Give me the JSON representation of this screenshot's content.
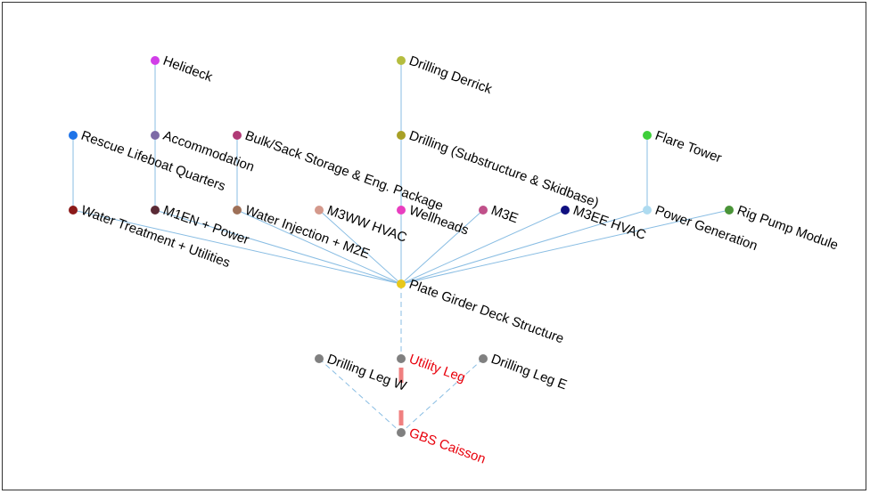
{
  "colors": {
    "edge": "#89bde3",
    "support_edge": "#89bde3",
    "emphasis_edge": "#f08080",
    "label": "#000000",
    "label_emphasis": "#e8000b"
  },
  "nodes": [
    {
      "id": "helideck",
      "label": "Helideck",
      "color": "#d13ee8"
    },
    {
      "id": "drilling-derrick",
      "label": "Drilling Derrick",
      "color": "#b5bd3f"
    },
    {
      "id": "rescue-lifeboat",
      "label": "Rescue Lifeboat Quarters",
      "color": "#1e73e8"
    },
    {
      "id": "accommodation",
      "label": "Accommodation",
      "color": "#7d6aa6"
    },
    {
      "id": "bulk-sack",
      "label": "Bulk/Sack Storage & Eng. Package",
      "color": "#b03a76"
    },
    {
      "id": "drilling-substructure",
      "label": "Drilling (Substructure & Skidbase)",
      "color": "#a8a026"
    },
    {
      "id": "flare-tower",
      "label": "Flare Tower",
      "color": "#3ecf3a"
    },
    {
      "id": "water-treatment",
      "label": "Water Treatment + Utilities",
      "color": "#8b1a1a"
    },
    {
      "id": "m1en-power",
      "label": "M1EN + Power",
      "color": "#5a2a36"
    },
    {
      "id": "water-injection",
      "label": "Water Injection + M2E",
      "color": "#9e7058"
    },
    {
      "id": "m3ww-hvac",
      "label": "M3WW HVAC",
      "color": "#d4998c"
    },
    {
      "id": "wellheads",
      "label": "Wellheads",
      "color": "#e83ebf"
    },
    {
      "id": "m3e",
      "label": "M3E",
      "color": "#c0508a"
    },
    {
      "id": "m3ee-hvac",
      "label": "M3EE HVAC",
      "color": "#101080"
    },
    {
      "id": "power-generation",
      "label": "Power Generation",
      "color": "#aedbf0"
    },
    {
      "id": "rig-pump",
      "label": "Rig Pump Module",
      "color": "#4a9438"
    },
    {
      "id": "plate-girder",
      "label": "Plate Girder Deck Structure",
      "color": "#e8c81a"
    },
    {
      "id": "drilling-leg-w",
      "label": "Drilling Leg W",
      "color": "#808080"
    },
    {
      "id": "utility-leg",
      "label": "Utility Leg",
      "color": "#808080",
      "emphasis": true
    },
    {
      "id": "drilling-leg-e",
      "label": "Drilling Leg E",
      "color": "#808080"
    },
    {
      "id": "gbs-caisson",
      "label": "GBS Caisson",
      "color": "#808080",
      "emphasis": true
    }
  ],
  "edges": [
    {
      "from": "helideck",
      "to": "accommodation",
      "kind": "solid"
    },
    {
      "from": "accommodation",
      "to": "m1en-power",
      "kind": "solid"
    },
    {
      "from": "rescue-lifeboat",
      "to": "water-treatment",
      "kind": "solid"
    },
    {
      "from": "bulk-sack",
      "to": "water-injection",
      "kind": "solid"
    },
    {
      "from": "drilling-derrick",
      "to": "drilling-substructure",
      "kind": "solid"
    },
    {
      "from": "drilling-substructure",
      "to": "wellheads",
      "kind": "solid"
    },
    {
      "from": "flare-tower",
      "to": "power-generation",
      "kind": "solid"
    },
    {
      "from": "water-treatment",
      "to": "plate-girder",
      "kind": "solid"
    },
    {
      "from": "m1en-power",
      "to": "plate-girder",
      "kind": "solid"
    },
    {
      "from": "water-injection",
      "to": "plate-girder",
      "kind": "solid"
    },
    {
      "from": "m3ww-hvac",
      "to": "plate-girder",
      "kind": "solid"
    },
    {
      "from": "wellheads",
      "to": "plate-girder",
      "kind": "solid"
    },
    {
      "from": "m3e",
      "to": "plate-girder",
      "kind": "solid"
    },
    {
      "from": "m3ee-hvac",
      "to": "plate-girder",
      "kind": "solid"
    },
    {
      "from": "power-generation",
      "to": "plate-girder",
      "kind": "solid"
    },
    {
      "from": "rig-pump",
      "to": "plate-girder",
      "kind": "solid"
    },
    {
      "from": "plate-girder",
      "to": "utility-leg",
      "kind": "dashed"
    },
    {
      "from": "drilling-leg-w",
      "to": "gbs-caisson",
      "kind": "dashed"
    },
    {
      "from": "drilling-leg-e",
      "to": "gbs-caisson",
      "kind": "dashed"
    },
    {
      "from": "utility-leg",
      "to": "gbs-caisson",
      "kind": "emphasis"
    }
  ]
}
